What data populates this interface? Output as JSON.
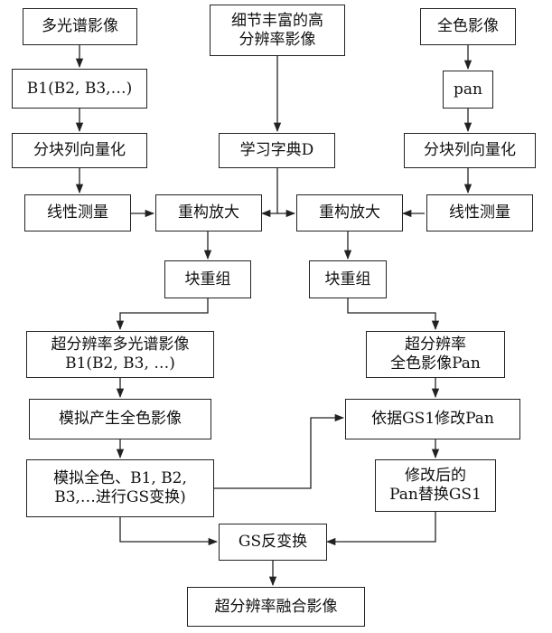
{
  "nodes": {
    "ms_image": [
      "多光谱影像"
    ],
    "detail_hr": [
      "细节丰富的高",
      "分辨率影像"
    ],
    "pan_image": [
      "全色影像"
    ],
    "bands": [
      "B1(B2, B3,…)"
    ],
    "pan": [
      "pan"
    ],
    "vec_left": [
      "分块列向量化"
    ],
    "dictionary": [
      "学习字典D"
    ],
    "vec_right": [
      "分块列向量化"
    ],
    "measure_left": [
      "线性测量"
    ],
    "recon_left": [
      "重构放大"
    ],
    "recon_right": [
      "重构放大"
    ],
    "measure_right": [
      "线性测量"
    ],
    "regroup_left": [
      "块重组"
    ],
    "regroup_right": [
      "块重组"
    ],
    "sr_ms": [
      "超分辨率多光谱影像",
      "B1(B2, B3, …)"
    ],
    "sr_pan": [
      "超分辨率",
      "全色影像Pan"
    ],
    "sim_pan": [
      "模拟产生全色影像"
    ],
    "modify_pan": [
      "依据GS1修改Pan"
    ],
    "gs_transform": [
      "模拟全色、B1, B2,",
      "B3,…进行GS变换)"
    ],
    "replace_gs1": [
      "修改后的",
      "Pan替换GS1"
    ],
    "gs_inverse": [
      "GS反变换"
    ],
    "fusion": [
      "超分辨率融合影像"
    ]
  },
  "colors": {
    "stroke": "#222222",
    "background": "#ffffff"
  }
}
